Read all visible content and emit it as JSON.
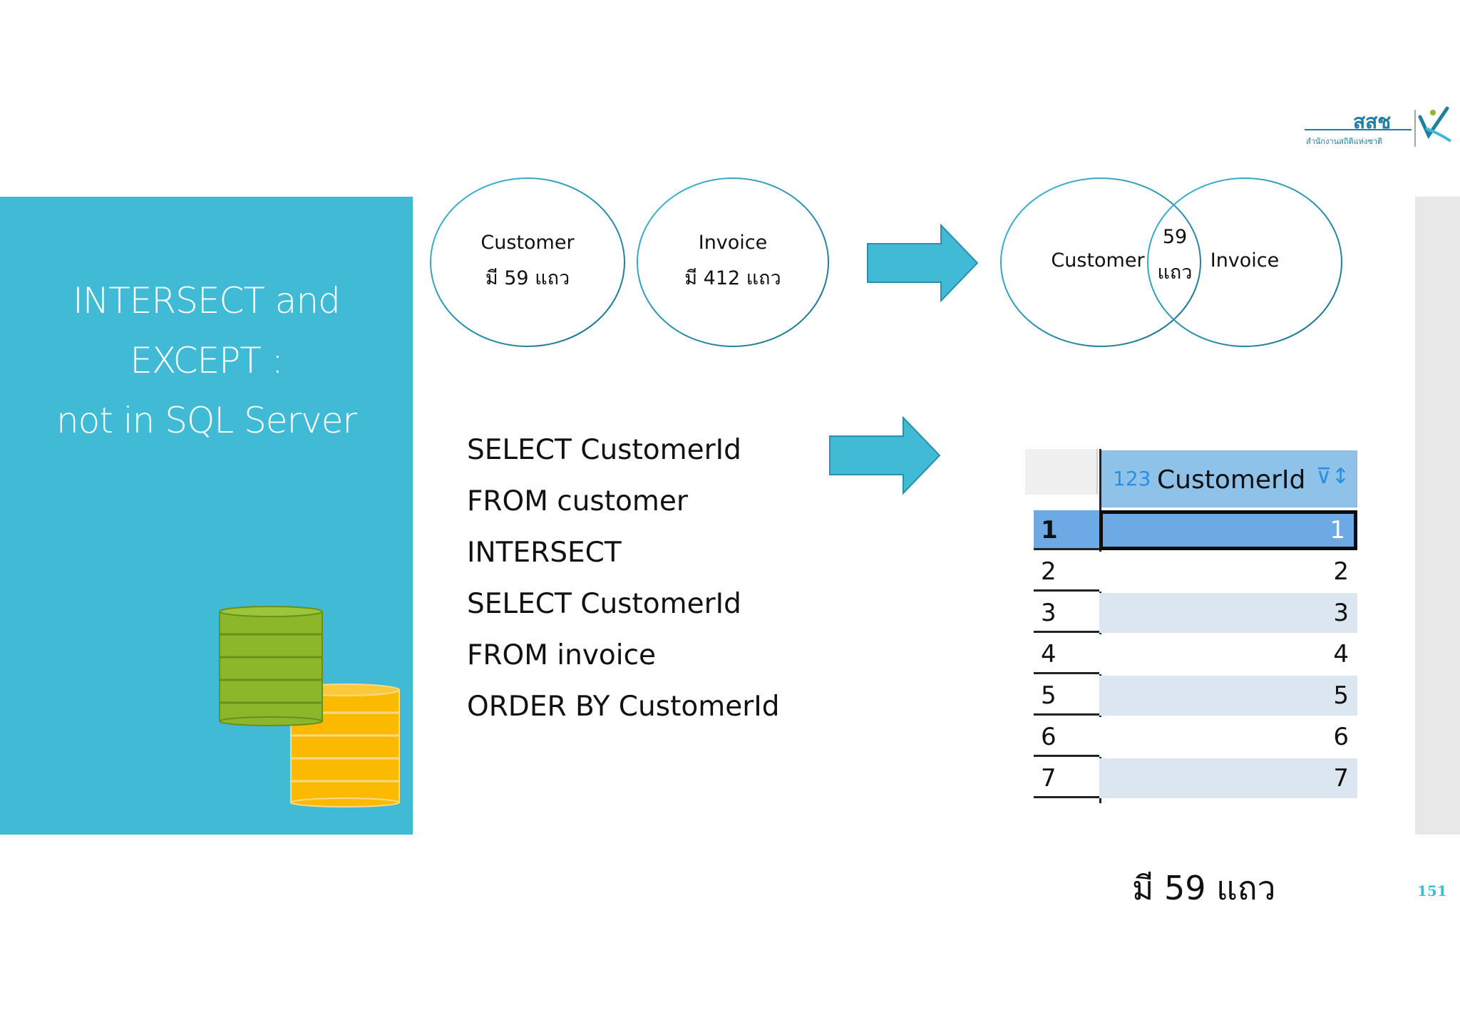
{
  "title_lines": [
    "INTERSECT and",
    "EXCEPT :",
    "not in SQL Server"
  ],
  "venn_left": {
    "customer": {
      "name": "Customer",
      "rows": "มี 59 แถว"
    },
    "invoice": {
      "name": "Invoice",
      "rows": "มี 412 แถว"
    }
  },
  "venn_right": {
    "left_label": "Customer",
    "overlap_count": "59",
    "overlap_unit": "แถว",
    "right_label": "Invoice"
  },
  "sql_lines": [
    "SELECT CustomerId",
    "FROM customer",
    "INTERSECT",
    "SELECT CustomerId",
    "FROM invoice",
    "ORDER BY CustomerId"
  ],
  "grid": {
    "type_icon": "123",
    "column_name": "CustomerId",
    "rows": [
      {
        "num": "1",
        "value": "1"
      },
      {
        "num": "2",
        "value": "2"
      },
      {
        "num": "3",
        "value": "3"
      },
      {
        "num": "4",
        "value": "4"
      },
      {
        "num": "5",
        "value": "5"
      },
      {
        "num": "6",
        "value": "6"
      },
      {
        "num": "7",
        "value": "7"
      }
    ]
  },
  "result_note": "มี 59 แถว",
  "page_number": "151",
  "colors": {
    "accent": "#41bad5",
    "arrow": "#41bad5",
    "grid_selected": "#6da9e4",
    "grid_alt_row": "#dce6f1"
  }
}
